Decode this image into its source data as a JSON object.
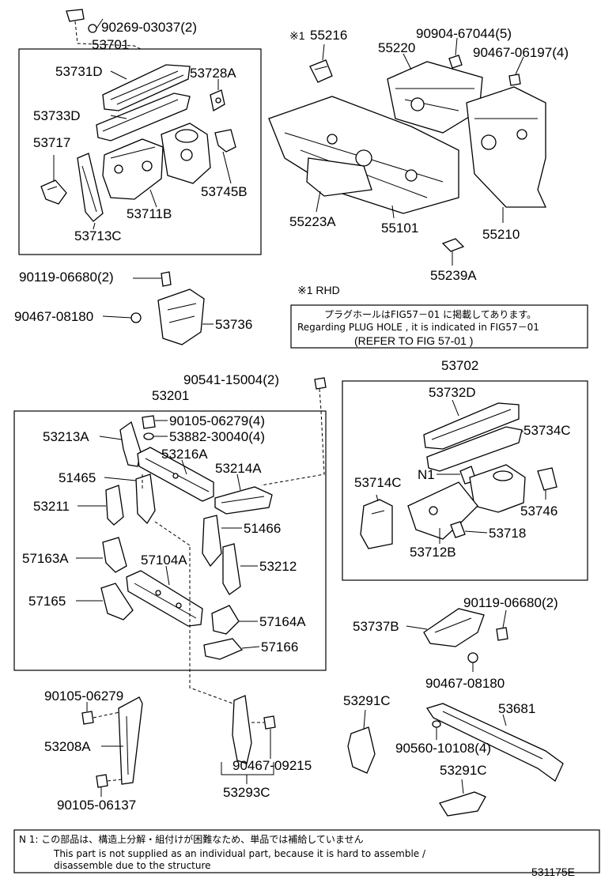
{
  "labels": {
    "l90269": "90269-03037(2)",
    "l53701": "53701",
    "l53731D": "53731D",
    "l53728A": "53728A",
    "l53733D": "53733D",
    "l53717": "53717",
    "l53711B": "53711B",
    "l53745B": "53745B",
    "l53713C": "53713C",
    "l55216": "55216",
    "l55216mark": "※1",
    "l90904": "90904-67044(5)",
    "l55220": "55220",
    "l90467_06197": "90467-06197(4)",
    "l55223A": "55223A",
    "l55101": "55101",
    "l55210": "55210",
    "l55239A": "55239A",
    "l90119a": "90119-06680(2)",
    "l90467_08180a": "90467-08180",
    "l53736": "53736",
    "rhd": "※1 RHD",
    "l90541": "90541-15004(2)",
    "l53702": "53702",
    "l53201": "53201",
    "l90105_06279_4": "90105-06279(4)",
    "l53882": "53882-30040(4)",
    "l53213A": "53213A",
    "l53216A": "53216A",
    "l53214A": "53214A",
    "l51465": "51465",
    "l53211": "53211",
    "l51466": "51466",
    "l57163A": "57163A",
    "l57104A": "57104A",
    "l53212": "53212",
    "l57165": "57165",
    "l57164A": "57164A",
    "l57166": "57166",
    "l53732D": "53732D",
    "l53734C": "53734C",
    "lN1": "N1",
    "l53714C": "53714C",
    "l53746": "53746",
    "l53712B": "53712B",
    "l53718": "53718",
    "l90119b": "90119-06680(2)",
    "l53737B": "53737B",
    "l90467_08180b": "90467-08180",
    "l90105_06279": "90105-06279",
    "l53208A": "53208A",
    "l90105_06137": "90105-06137",
    "l53293C": "53293C",
    "l90467_09215": "90467-09215",
    "l53291C_a": "53291C",
    "l53681": "53681",
    "l90560": "90560-10108(4)",
    "l53291C_b": "53291C"
  },
  "plug_note": {
    "jp": "プラグホールはFIG57－01 に掲載してあります。",
    "en": "Regarding  PLUG HOLE  , it is  indicated  in  FIG57－01",
    "refer": "(REFER TO FIG  57-01  )"
  },
  "footnote": {
    "jp": "N 1:  この部品は、構造上分解・組付けが困難なため、単品では補給していません",
    "en1": "This part is not supplied as an individual part, because it is hard to assemble /",
    "en2": "disassemble due to the structure"
  },
  "figure_id": "531175E"
}
